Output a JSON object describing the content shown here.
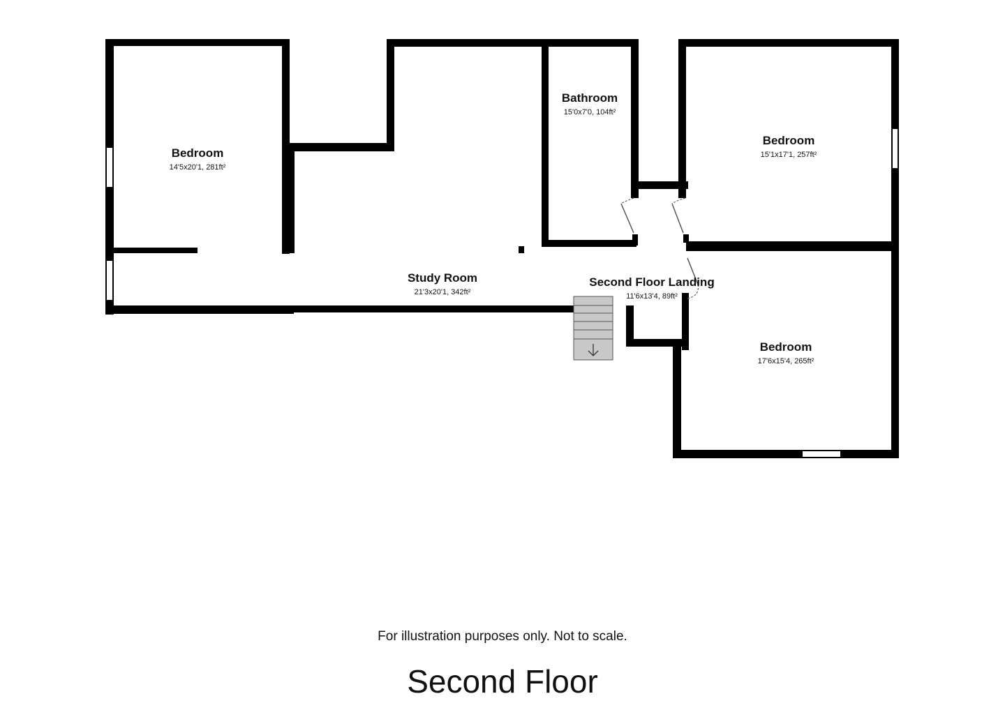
{
  "rooms": [
    {
      "name": "Bedroom",
      "dims": "14'5x20'1, 281ft²"
    },
    {
      "name": "Study Room",
      "dims": "21'3x20'1, 342ft²"
    },
    {
      "name": "Bathroom",
      "dims": "15'0x7'0, 104ft²"
    },
    {
      "name": "Bedroom",
      "dims": "15'1x17'1, 257ft²"
    },
    {
      "name": "Second Floor Landing",
      "dims": "11'6x13'4, 89ft²"
    },
    {
      "name": "Bedroom",
      "dims": "17'6x15'4, 265ft²"
    }
  ],
  "disclaimer": "For illustration purposes only. Not to scale.",
  "floor_title": "Second Floor"
}
